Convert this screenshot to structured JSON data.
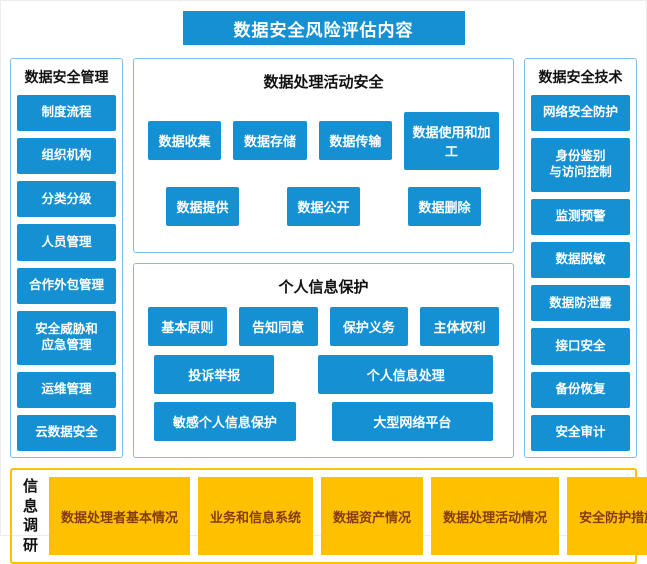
{
  "title": "数据安全风险评估内容",
  "colors": {
    "primary_blue": "#1591d3",
    "panel_border_blue": "#7fc0e6",
    "accent_yellow": "#ffc000",
    "yellow_text": "#843c0c"
  },
  "left": {
    "title": "数据安全管理",
    "items": [
      "制度流程",
      "组织机构",
      "分类分级",
      "人员管理",
      "合作外包管理",
      "安全威胁和\n应急管理",
      "运维管理",
      "云数据安全"
    ]
  },
  "middle_top": {
    "title": "数据处理活动安全",
    "row1": [
      "数据收集",
      "数据存储",
      "数据传输",
      "数据使用和加工"
    ],
    "row2": [
      "数据提供",
      "数据公开",
      "数据删除"
    ]
  },
  "middle_bottom": {
    "title": "个人信息保护",
    "row1": [
      "基本原则",
      "告知同意",
      "保护义务",
      "主体权利"
    ],
    "row2": [
      "投诉举报",
      "个人信息处理"
    ],
    "row3": [
      "敏感个人信息保护",
      "大型网络平台"
    ]
  },
  "right": {
    "title": "数据安全技术",
    "items": [
      "网络安全防护",
      "身份鉴别\n与访问控制",
      "监测预警",
      "数据脱敏",
      "数据防泄露",
      "接口安全",
      "备份恢复",
      "安全审计"
    ]
  },
  "bottom": {
    "title": "信息\n调研",
    "items": [
      "数据处理者基本情况",
      "业务和信息系统",
      "数据资产情况",
      "数据处理活动情况",
      "安全防护措施"
    ]
  }
}
